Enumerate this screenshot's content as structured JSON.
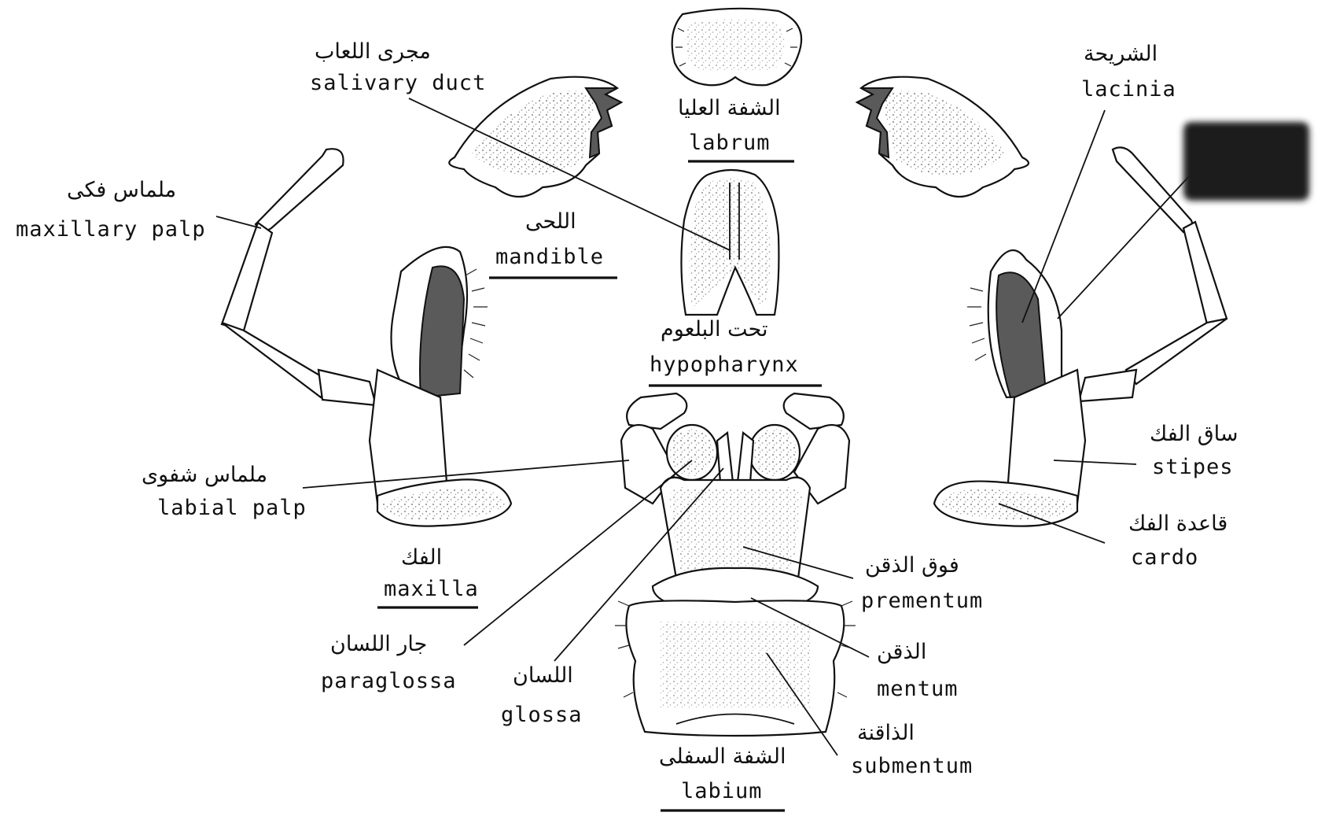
{
  "labels": {
    "salivary_duct": {
      "ar": "مجرى اللعاب",
      "en": "salivary duct"
    },
    "labrum": {
      "ar": "الشفة العليا",
      "en": "labrum"
    },
    "lacinia": {
      "ar": "الشريحة",
      "en": "lacinia"
    },
    "maxillary_palp": {
      "ar": "ملماس فكى",
      "en": "maxillary palp"
    },
    "mandible": {
      "ar": "اللحى",
      "en": "mandible"
    },
    "hypopharynx": {
      "ar": "تحت البلعوم",
      "en": "hypopharynx"
    },
    "stipes": {
      "ar": "ساق الفك",
      "en": "stipes"
    },
    "labial_palp": {
      "ar": "ملماس شفوى",
      "en": "labial palp"
    },
    "cardo": {
      "ar": "قاعدة الفك",
      "en": "cardo"
    },
    "maxilla": {
      "ar": "الفك",
      "en": "maxilla"
    },
    "prementum": {
      "ar": "فوق الذقن",
      "en": "prementum"
    },
    "paraglossa": {
      "ar": "جار اللسان",
      "en": "paraglossa"
    },
    "glossa": {
      "ar": "اللسان",
      "en": "glossa"
    },
    "mentum": {
      "ar": "الذقن",
      "en": "mentum"
    },
    "submentum": {
      "ar": "الذاقنة",
      "en": "submentum"
    },
    "labium": {
      "ar": "الشفة السفلى",
      "en": "labium"
    }
  },
  "colors": {
    "ink": "#111111",
    "background": "#ffffff",
    "redaction": "#1a1a1a"
  }
}
